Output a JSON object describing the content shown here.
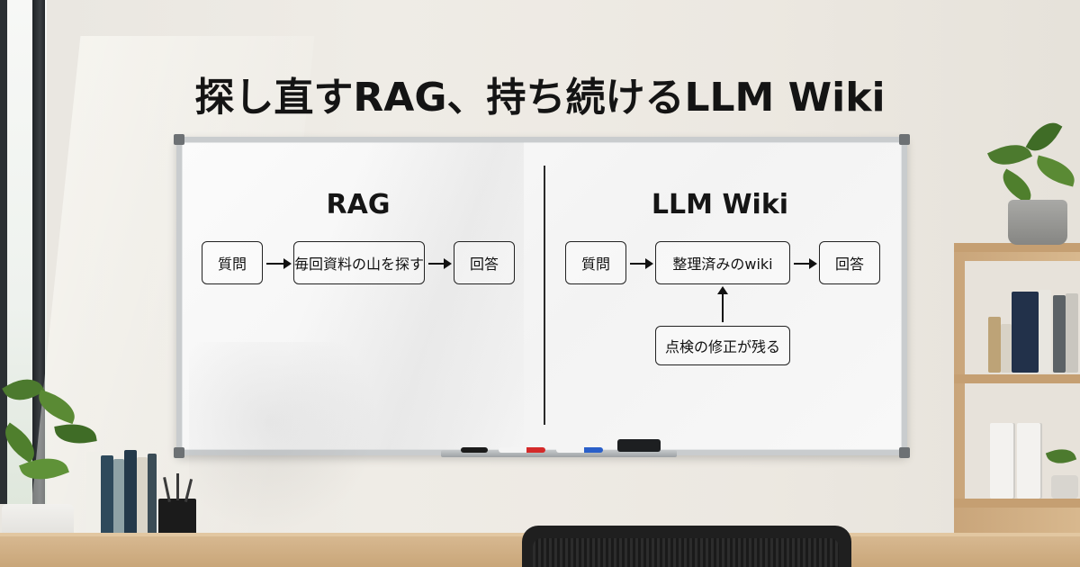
{
  "title": "探し直すRAG、持ち続けるLLM Wiki",
  "whiteboard": {
    "left": {
      "heading": "RAG",
      "question": "質問",
      "search": "毎回資料の山を探す",
      "answer": "回答"
    },
    "right": {
      "heading": "LLM Wiki",
      "question": "質問",
      "wiki": "整理済みのwiki",
      "answer": "回答",
      "fix": "点検の修正が残る"
    }
  },
  "colors": {
    "wall": "#ece8e1",
    "board": "#f6f6f6",
    "frame": "#c9ccce",
    "ink": "#111111",
    "desk": "#c9a679"
  },
  "markers": [
    "#1b1b1b",
    "#d42a2a",
    "#2a5fc9"
  ]
}
